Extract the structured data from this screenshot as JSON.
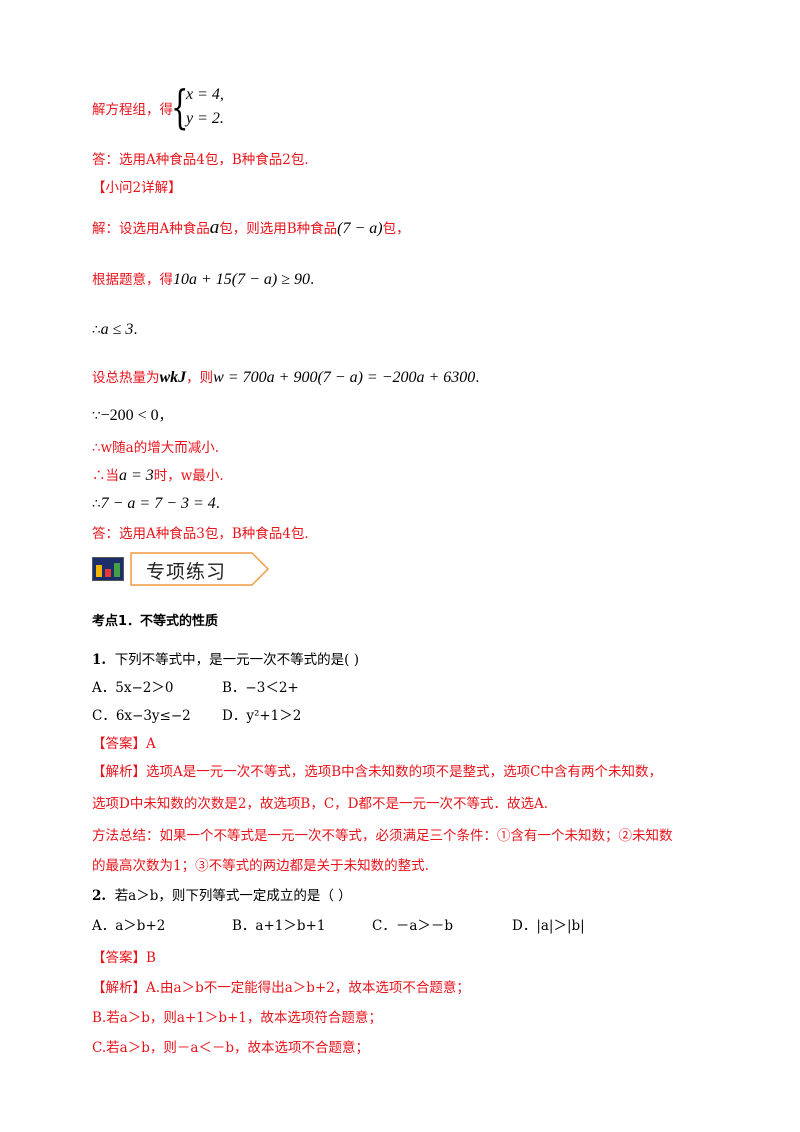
{
  "solve": {
    "prefix": "解方程组，得",
    "eq1": "x = 4,",
    "eq2": "y = 2."
  },
  "ans1": "答：选用A种食品4包，B种食品2包.",
  "sub2_heading": "【小问2详解】",
  "l_set": {
    "a": "解：设选用A种食品",
    "var": "a",
    "b": "包，则选用B种食品",
    "expr": "(7 − a)",
    "c": "包，"
  },
  "l_ineq": {
    "a": "根据题意，得",
    "expr": "10a + 15(7 − a) ≥ 90",
    "end": "."
  },
  "l_therefore1": {
    "sym": "∴",
    "expr": "a ≤ 3",
    "end": "."
  },
  "l_heat": {
    "a": "设总热量为",
    "unit": "wkJ",
    "b": "，则",
    "expr": "w = 700a + 900(7 − a) = −200a + 6300",
    "end": "."
  },
  "l_because": {
    "sym": "∵",
    "expr": "−200 < 0",
    "end": "，"
  },
  "l_decrease": "∴w随a的增大而减小.",
  "l_when": {
    "a": "∴当",
    "expr": "a = 3",
    "b": "时，w最小."
  },
  "l_calc": {
    "sym": "∴",
    "expr": "7 − a = 7 − 3 = 4",
    "end": "."
  },
  "ans2": "答：选用A种食品3包，B种食品4包.",
  "banner": {
    "title": "专项练习"
  },
  "topic1": "考点1．不等式的性质",
  "q1": {
    "num": "1.",
    "stem": "下列不等式中，是一元一次不等式的是(      )",
    "optA": "A．5x−2＞0",
    "optB": "B．−3＜2+",
    "optC": "C．6x−3y≤−2",
    "optD": "D．y²+1＞2",
    "answer": "【答案】A",
    "expl1": "【解析】选项A是一元一次不等式，选项B中含未知数的项不是整式，选项C中含有两个未知数，",
    "expl2": "选项D中未知数的次数是2，故选项B，C，D都不是一元一次不等式．故选A.",
    "method1": "方法总结：如果一个不等式是一元一次不等式，必须满足三个条件：①含有一个未知数；②未知数",
    "method2": "的最高次数为1；③不等式的两边都是关于未知数的整式."
  },
  "q2": {
    "num": "2.",
    "stem": "若a＞b，则下列等式一定成立的是（      ）",
    "optA": "A．a＞b+2",
    "optB": "B．a+1＞b+1",
    "optC": "C．－a＞－b",
    "optD": "D．|a|＞|b|",
    "answer": "【答案】B",
    "expl1": "【解析】A.由a＞b不一定能得出a＞b+2，故本选项不合题意；",
    "expl2": "B.若a＞b，则a+1＞b+1，故本选项符合题意；",
    "expl3": "C.若a＞b，则－a＜－b，故本选项不合题意；"
  }
}
